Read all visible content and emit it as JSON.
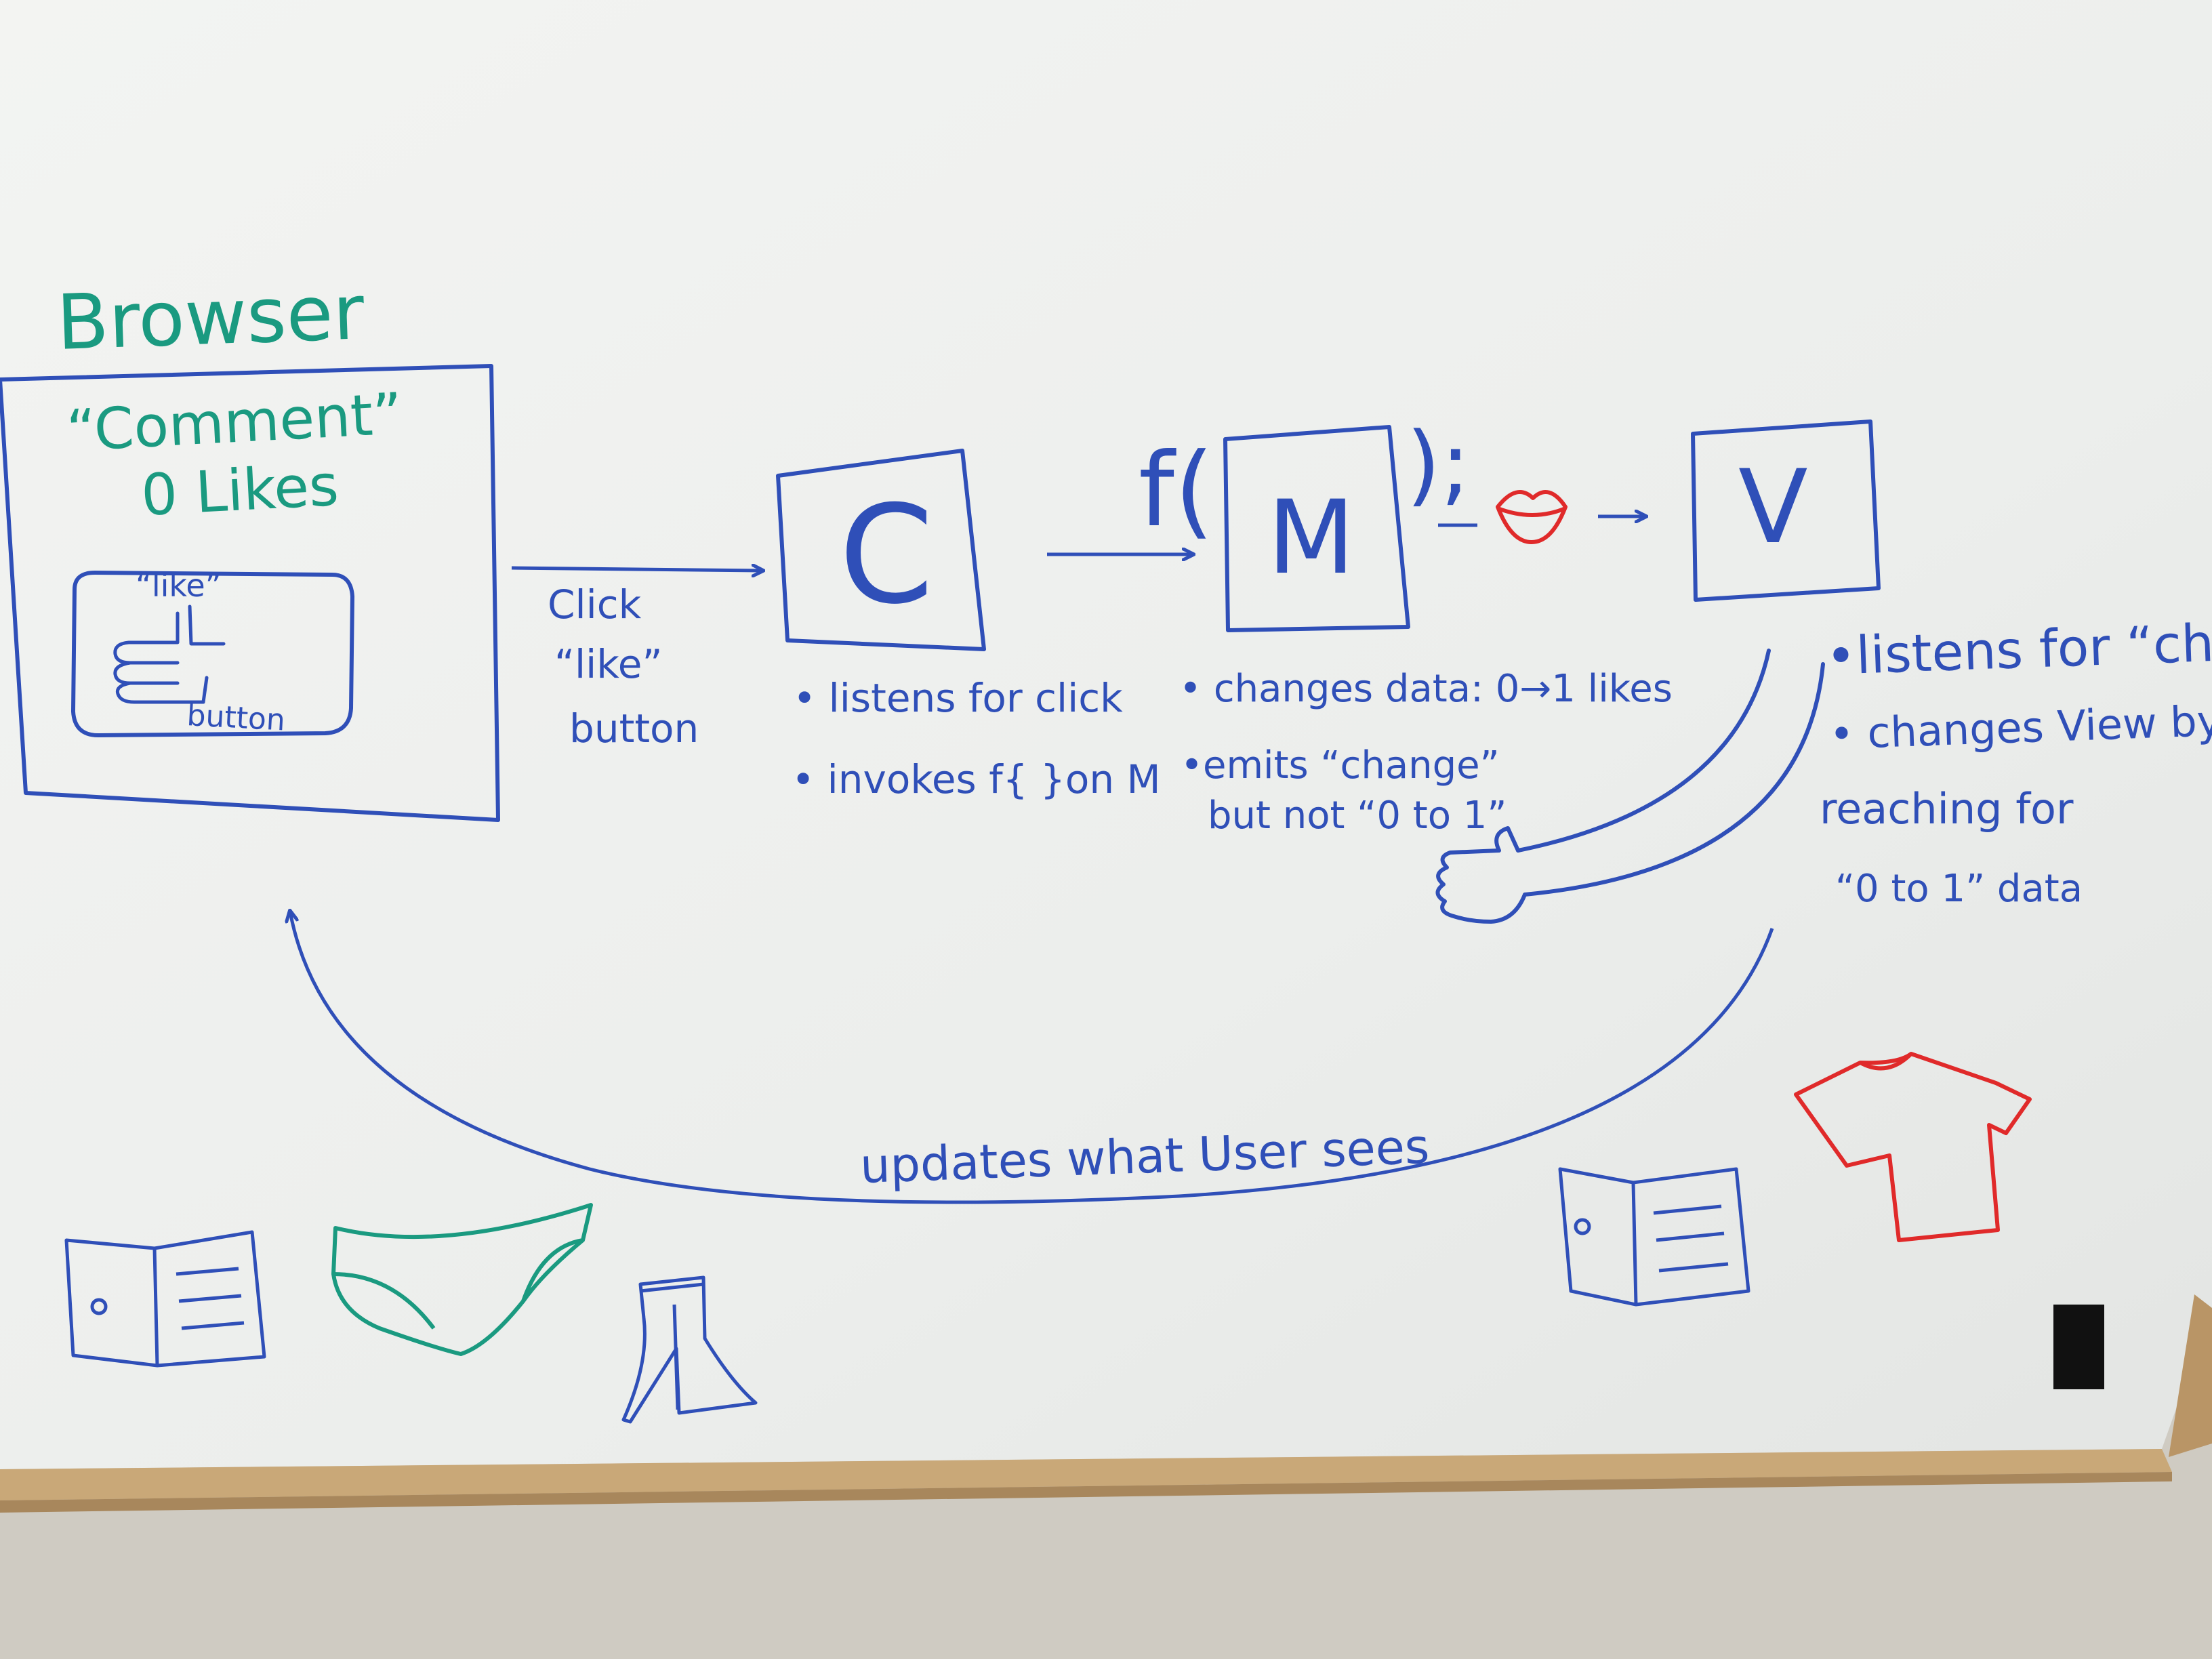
{
  "colors": {
    "blue_marker": "#2f4fb8",
    "green_marker": "#1a9a80",
    "red_marker": "#e02a2a",
    "board": "#eef0ee",
    "frame": "#c9a878",
    "wall": "#cfcbc2"
  },
  "browser": {
    "title": "Browser",
    "comment": "“Comment”",
    "likes": "0 Likes",
    "like_quote": "“like”",
    "button_word": "button"
  },
  "click_label": {
    "line1": "Click",
    "line2": "“like”",
    "line3": "button"
  },
  "controller": {
    "letter": "C",
    "notes": [
      "• listens for click",
      "• invokes f{ }on M"
    ]
  },
  "model": {
    "letter": "M",
    "f_prefix": "f(",
    "call_suffix": ");",
    "notes": [
      "• changes data: 0→1 likes",
      "•emits “change”",
      "but not “0 to 1”"
    ]
  },
  "view": {
    "letter": "V",
    "notes": [
      "•listens for “change”",
      "• changes View by",
      "reaching for",
      "“0 to 1” data"
    ]
  },
  "return_label": "updates what User sees",
  "icons": [
    "lips-icon",
    "like-thumb-icon",
    "reaching-hand-icon",
    "book-icon",
    "underwear-icon",
    "pants-icon",
    "shirt-icon"
  ]
}
